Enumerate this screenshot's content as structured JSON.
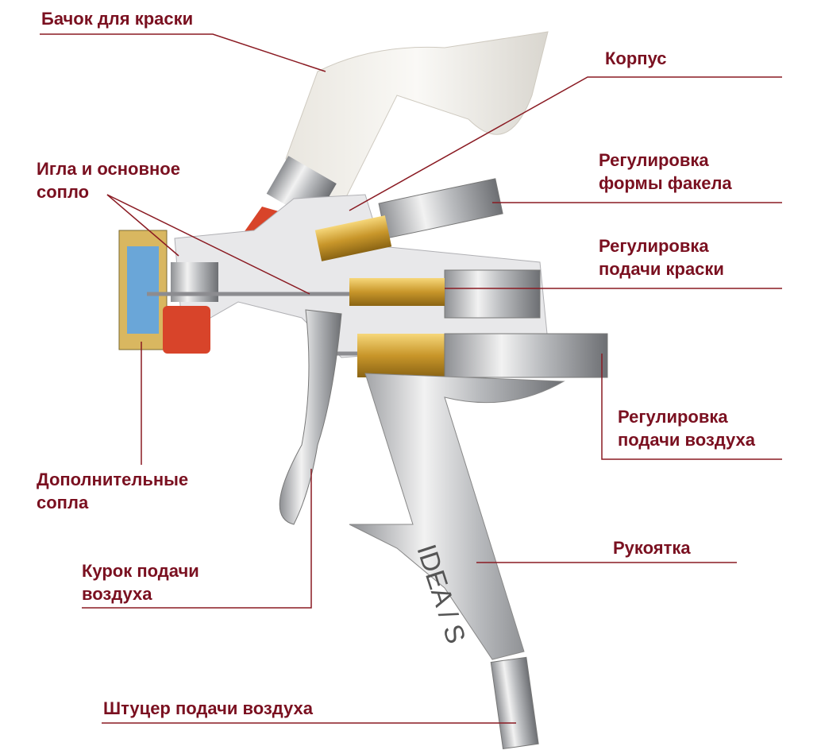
{
  "labels": {
    "paint_tank": "Бачок для краски",
    "body": "Корпус",
    "fan_adjust_1": "Регулировка",
    "fan_adjust_2": "формы факела",
    "paint_adjust_1": "Регулировка",
    "paint_adjust_2": "подачи краски",
    "needle_1": "Игла и основное",
    "needle_2": "сопло",
    "air_adjust_1": "Регулировка",
    "air_adjust_2": "подачи воздуха",
    "aux_nozzles_1": "Дополнительные",
    "aux_nozzles_2": "сопла",
    "handle": "Рукоятка",
    "trigger_1": "Курок подачи",
    "trigger_2": "воздуха",
    "air_fitting": "Штуцер подачи воздуха"
  },
  "brand_text": "IDEA / S",
  "colors": {
    "label": "#7a1020",
    "leader": "#8a1a22"
  }
}
